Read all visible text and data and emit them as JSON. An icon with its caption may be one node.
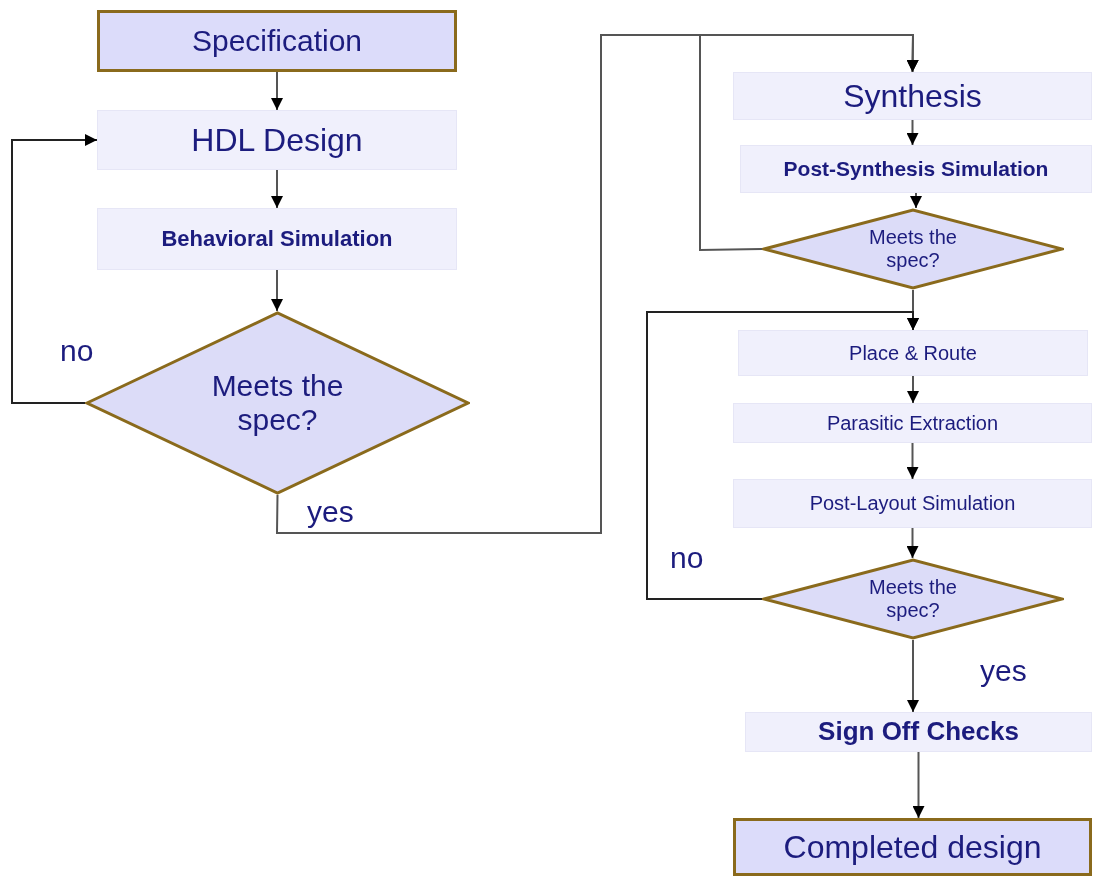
{
  "diagram": {
    "nodes": [
      {
        "text": [
          "Specification"
        ]
      },
      {
        "text": [
          "HDL Design"
        ]
      },
      {
        "text": [
          "Behavioral Simulation"
        ]
      },
      {
        "text": [
          "Meets the spec?"
        ]
      },
      {
        "text": [
          "Synthesis"
        ]
      },
      {
        "text": [
          "Post-Synthesis Simulation"
        ]
      },
      {
        "text": [
          "Meets the spec?"
        ]
      },
      {
        "text": [
          "Place & Route"
        ]
      },
      {
        "text": [
          "Parasitic Extraction"
        ]
      },
      {
        "text": [
          "Post-Layout Simulation"
        ]
      },
      {
        "text": [
          "Meets the spec?"
        ]
      },
      {
        "text": [
          "Sign Off Checks"
        ]
      },
      {
        "text": [
          "Completed design"
        ]
      }
    ],
    "edges": [
      {
        "from": 0,
        "to": 1,
        "arrow": "to"
      },
      {
        "from": 1,
        "to": 2,
        "arrow": "to"
      },
      {
        "from": 2,
        "to": 3,
        "arrow": "to"
      },
      {
        "from": 3,
        "to": 1,
        "arrow": "to",
        "label": "no"
      },
      {
        "from": 3,
        "to": 4,
        "arrow": "to",
        "label": "yes"
      },
      {
        "from": 4,
        "to": 5,
        "arrow": "to"
      },
      {
        "from": 5,
        "to": 6,
        "arrow": "to"
      },
      {
        "from": 6,
        "to": 4,
        "arrow": "to"
      },
      {
        "from": 6,
        "to": 7,
        "arrow": "to"
      },
      {
        "from": 7,
        "to": 8,
        "arrow": "to"
      },
      {
        "from": 8,
        "to": 9,
        "arrow": "to"
      },
      {
        "from": 9,
        "to": 10,
        "arrow": "to"
      },
      {
        "from": 10,
        "to": 7,
        "arrow": "to",
        "label": "no"
      },
      {
        "from": 10,
        "to": 11,
        "arrow": "to",
        "label": "yes"
      },
      {
        "from": 11,
        "to": 12,
        "arrow": "to"
      }
    ]
  }
}
